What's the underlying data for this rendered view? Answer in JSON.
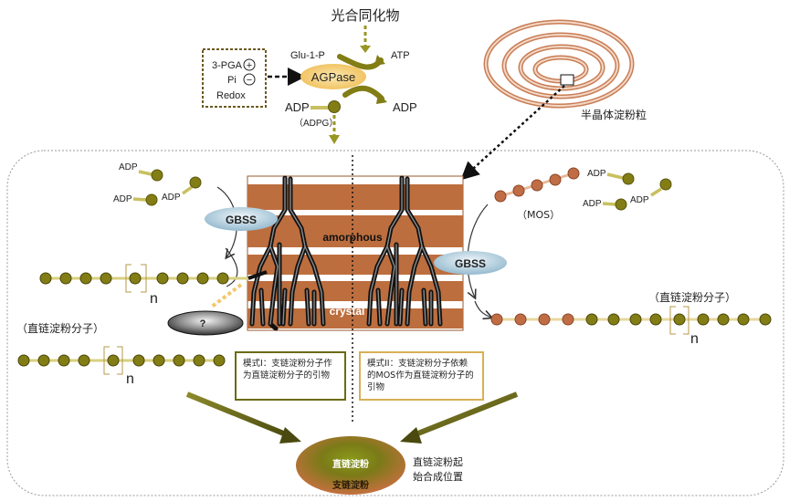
{
  "top": {
    "photosynthate": "光合同化物",
    "regulator_pga": "3-PGA",
    "regulator_pi": "Pi",
    "regulator_redox": "Redox",
    "plus": "+",
    "minus": "−",
    "glu1p": "Glu-1-P",
    "atp": "ATP",
    "agpase": "AGPase",
    "adp_left": "ADP",
    "adpg": "（ADPG）",
    "adp_right": "ADP",
    "granule": "半晶体淀粉粒"
  },
  "left": {
    "adp1": "ADP",
    "adp2": "ADP",
    "adp3": "ADP",
    "gbss": "GBSS",
    "n_upper": "n",
    "unknown": "?",
    "amylose_label": "（直链淀粉分子）",
    "n_lower": "n"
  },
  "right": {
    "adp1": "ADP",
    "adp2": "ADP",
    "adp3": "ADP",
    "mos": "（MOS）",
    "gbss": "GBSS",
    "amylose_label": "（直链淀粉分子）",
    "n": "n"
  },
  "center": {
    "amorphous": "amorphous",
    "crystal": "crystal",
    "mode1": "模式I：支链淀粉分子作为直链淀粉分子的引物",
    "mode2": "模式II：支链淀粉分子依赖的MOS作为直链淀粉分子的引物"
  },
  "bottom": {
    "amylose": "直链淀粉",
    "amylopectin": "支链淀粉",
    "site_label_1": "直链淀粉起",
    "site_label_2": "始合成位置"
  },
  "colors": {
    "olive_bead": "#827d15",
    "brown_bead": "#c06d45",
    "lamella": "#bd6e3e",
    "agpase": "#f2c86d",
    "gbss": "#a9c7d8"
  }
}
